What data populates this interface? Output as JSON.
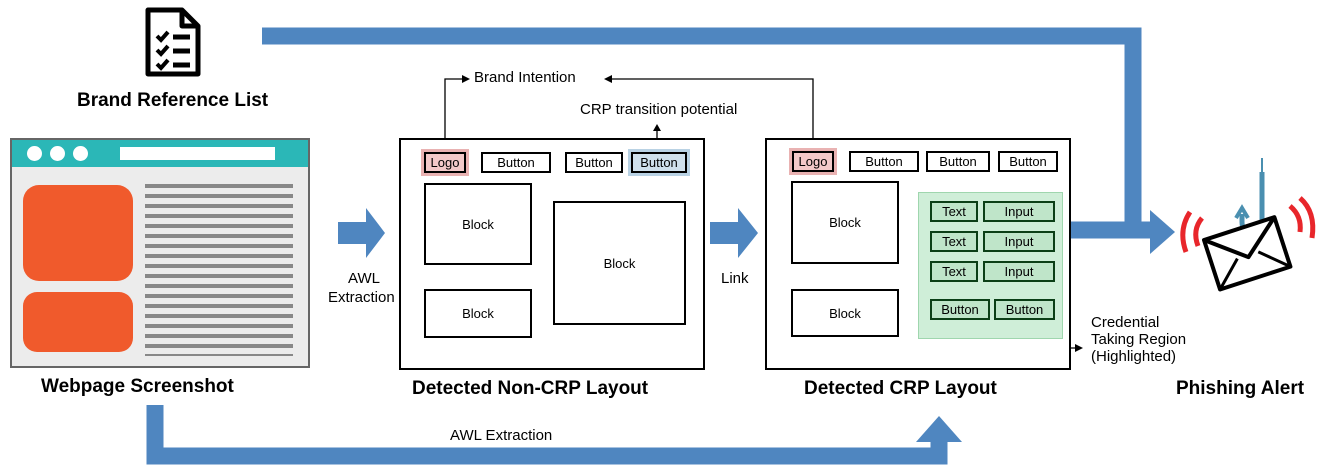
{
  "brand_reference_list": {
    "label": "Brand Reference List",
    "icon": "checklist-document-icon"
  },
  "webpage_screenshot": {
    "label": "Webpage Screenshot",
    "accent": "#f05a2c",
    "titlebar": "#2bb7b7"
  },
  "awl_extraction_top": {
    "line1": "AWL",
    "line2": "Extraction"
  },
  "awl_extraction_bottom": "AWL Extraction",
  "link": "Link",
  "brand_intention": "Brand Intention",
  "crp_transition_potential": "CRP transition potential",
  "non_crp_layout": {
    "title": "Detected Non-CRP Layout",
    "logo": "Logo",
    "buttons": [
      "Button",
      "Button",
      "Button"
    ],
    "blocks": [
      "Block",
      "Block",
      "Block"
    ]
  },
  "crp_layout": {
    "title": "Detected CRP Layout",
    "logo": "Logo",
    "buttons": [
      "Button",
      "Button",
      "Button"
    ],
    "blocks": [
      "Block",
      "Block"
    ],
    "fields": [
      {
        "text": "Text",
        "input": "Input"
      },
      {
        "text": "Text",
        "input": "Input"
      },
      {
        "text": "Text",
        "input": "Input"
      }
    ],
    "region_buttons": [
      "Button",
      "Button"
    ]
  },
  "credential_region": {
    "line1": "Credential",
    "line2": "Taking Region",
    "line3": "(Highlighted)"
  },
  "phishing_alert": {
    "label": "Phishing Alert",
    "icon": "phishing-envelope-icon"
  },
  "colors": {
    "arrow": "#4f86c0",
    "alert_red": "#e8262b",
    "hook": "#4a8fb0"
  }
}
